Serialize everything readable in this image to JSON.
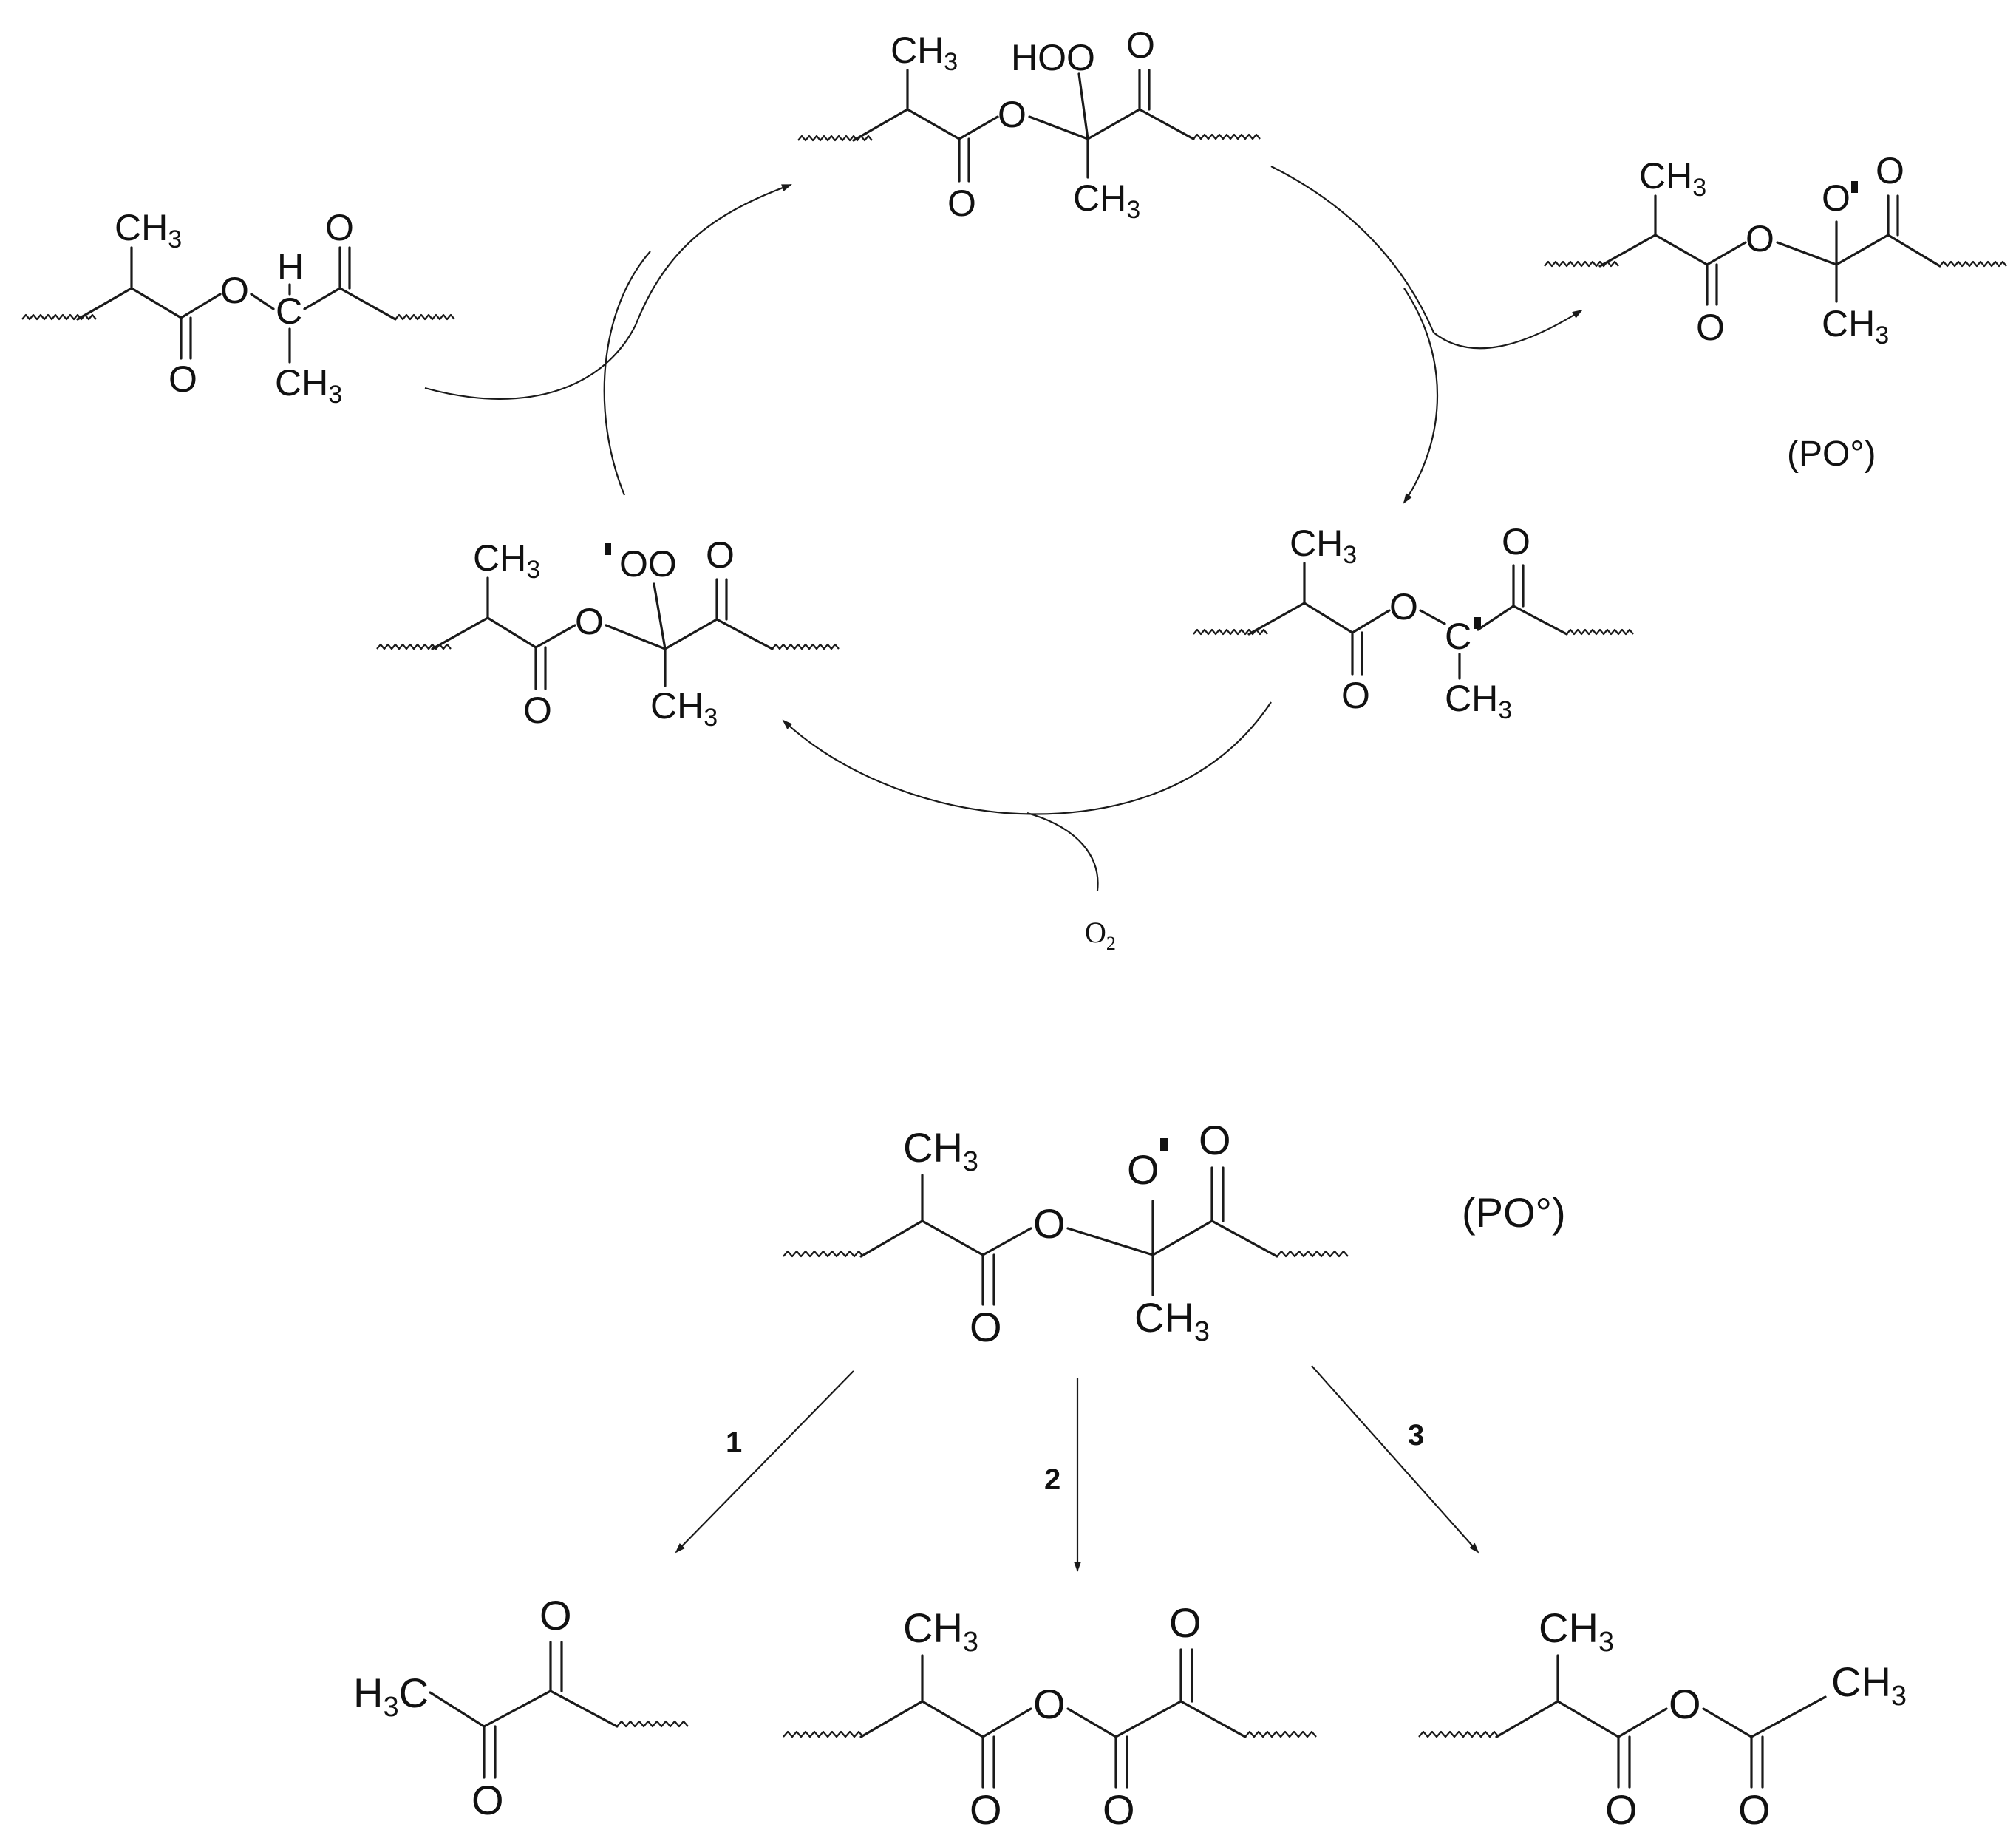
{
  "atoms": {
    "CH": "CH",
    "H3C": "H",
    "C3": "C",
    "three": "3",
    "O": "O",
    "H": "H",
    "C": "C",
    "HOO": "HOO",
    "OO": "OO"
  },
  "labels": {
    "po_radical_top": "(PO°)",
    "po_radical_bottom": "(PO°)",
    "oxygen": "O",
    "oxygen_sub": "2"
  },
  "pathways": {
    "p1": "1",
    "p2": "2",
    "p3": "3"
  },
  "colors": {
    "ink": "#1a1a1a",
    "background": "#ffffff"
  }
}
